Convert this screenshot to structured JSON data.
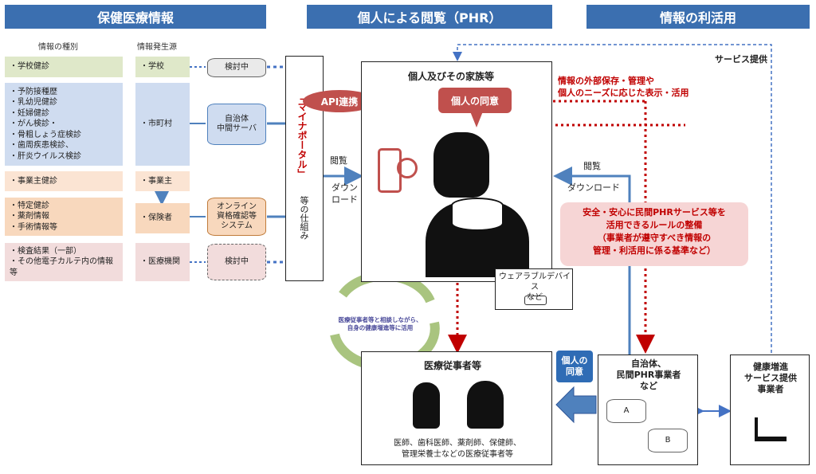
{
  "headers": {
    "health_info": "保健医療情報",
    "personal_view": "個人による閲覧（PHR）",
    "utilization": "情報の利活用"
  },
  "columns": {
    "type": "情報の種別",
    "source": "情報発生源"
  },
  "rows": [
    {
      "type": "・学校健診",
      "source": "・学校",
      "store": "検討中"
    },
    {
      "type": "・予防接種歴\n・乳幼児健診\n・妊婦健診\n・がん検診・\n・骨粗しょう症検診\n・歯周疾患検診、\n・肝炎ウイルス検診",
      "source": "・市町村",
      "store": "自治体\n中間サーバ"
    },
    {
      "type": "・事業主健診",
      "source": "・事業主",
      "store": ""
    },
    {
      "type": "・特定健診\n・薬剤情報\n・手術情報等",
      "source": "・保険者",
      "store": "オンライン\n資格確認等\nシステム"
    },
    {
      "type": "・検査結果（一部）\n・その他電子カルテ内の情報　等",
      "source": "・医療機関",
      "store": "検討中"
    }
  ],
  "mynaportal": {
    "name": "「マイナポータル」",
    "suffix": "等の仕組み"
  },
  "flows": {
    "view_left": "閲覧",
    "download_left": "ダウン\nロード",
    "view_right": "閲覧",
    "download_right": "ダウンロード",
    "service": "サービス提供"
  },
  "api_label": "API連携",
  "consent_label": "個人の同意",
  "consent_label_blue": "個人の\n同意",
  "family_title": "個人及びその家族等",
  "external_note": "情報の外部保存・管理や\n個人のニーズに応じた表示・活用",
  "rules_note": "安全・安心に民間PHRサービス等を\n活用できるルールの整備\n（事業者が遵守すべき情報の\n管理・利活用に係る基準など）",
  "wearable": "ウェアラブルデバイス\nなど",
  "cycle_text": "医療従事者等と相談しながら、\n自身の健康増進等に活用",
  "medical": {
    "title": "医療従事者等",
    "desc": "医師、歯科医師、薬剤師、保健師、\n管理栄養士などの医療従事者等"
  },
  "municipal": {
    "title": "自治体、\n民間PHR事業者\nなど",
    "a": "A",
    "b": "B"
  },
  "health_service": {
    "title": "健康増進\nサービス提供\n事業者"
  },
  "colors": {
    "header_blue": "#3b6fb0",
    "consent_red": "#c0504d",
    "dotted_red": "#c00000",
    "dotted_blue": "#4472c4"
  }
}
